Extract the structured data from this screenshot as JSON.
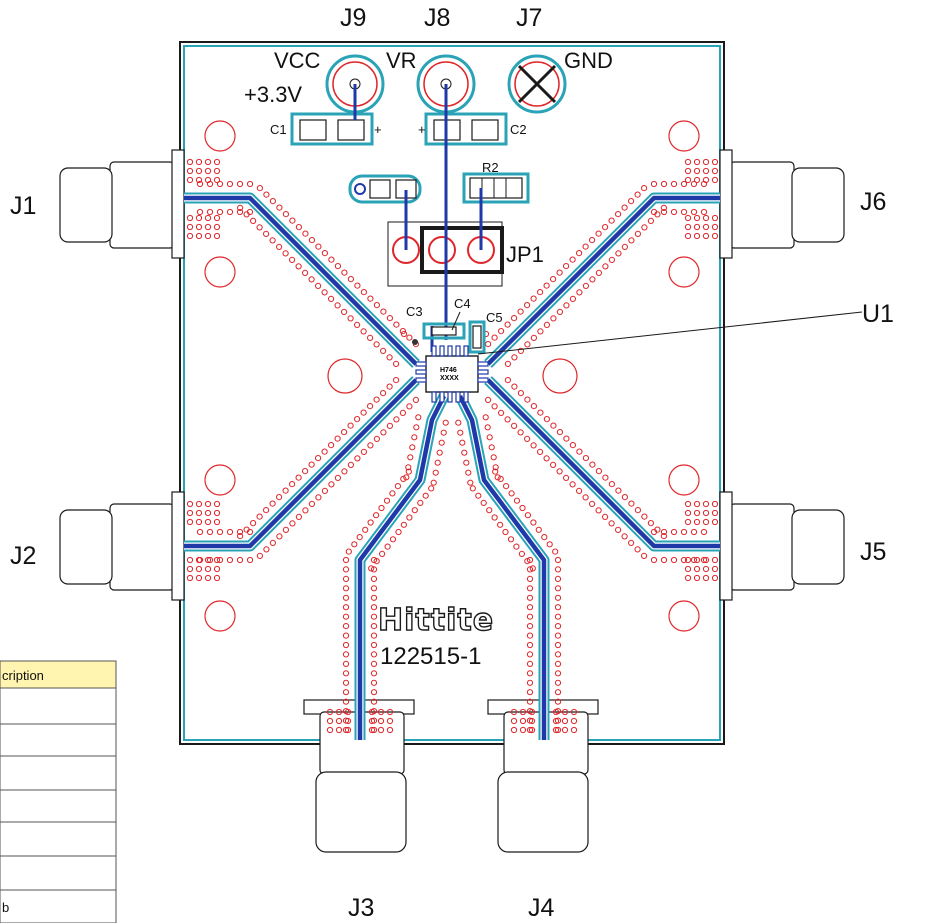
{
  "connectors": {
    "j1": "J1",
    "j2": "J2",
    "j3": "J3",
    "j4": "J4",
    "j5": "J5",
    "j6": "J6",
    "j7": "J7",
    "j8": "J8",
    "j9": "J9"
  },
  "power_labels": {
    "vcc": "VCC",
    "vcc_voltage": "+3.3V",
    "vr": "VR",
    "gnd": "GND"
  },
  "components": {
    "c1": "C1",
    "c2": "C2",
    "c3": "C3",
    "c4": "C4",
    "c5": "C5",
    "r2": "R2",
    "jp1": "JP1",
    "u1": "U1",
    "plus": "+"
  },
  "chip_marking": {
    "line1": "H746",
    "line2": "XXXX"
  },
  "board": {
    "logo": "Hittite",
    "id": "122515-1"
  },
  "table": {
    "header": "cription",
    "last_row_fragment": "b"
  },
  "colors": {
    "trace": "#1f3aa8",
    "outline": "#2aa3b6",
    "via": "#e0262a"
  }
}
